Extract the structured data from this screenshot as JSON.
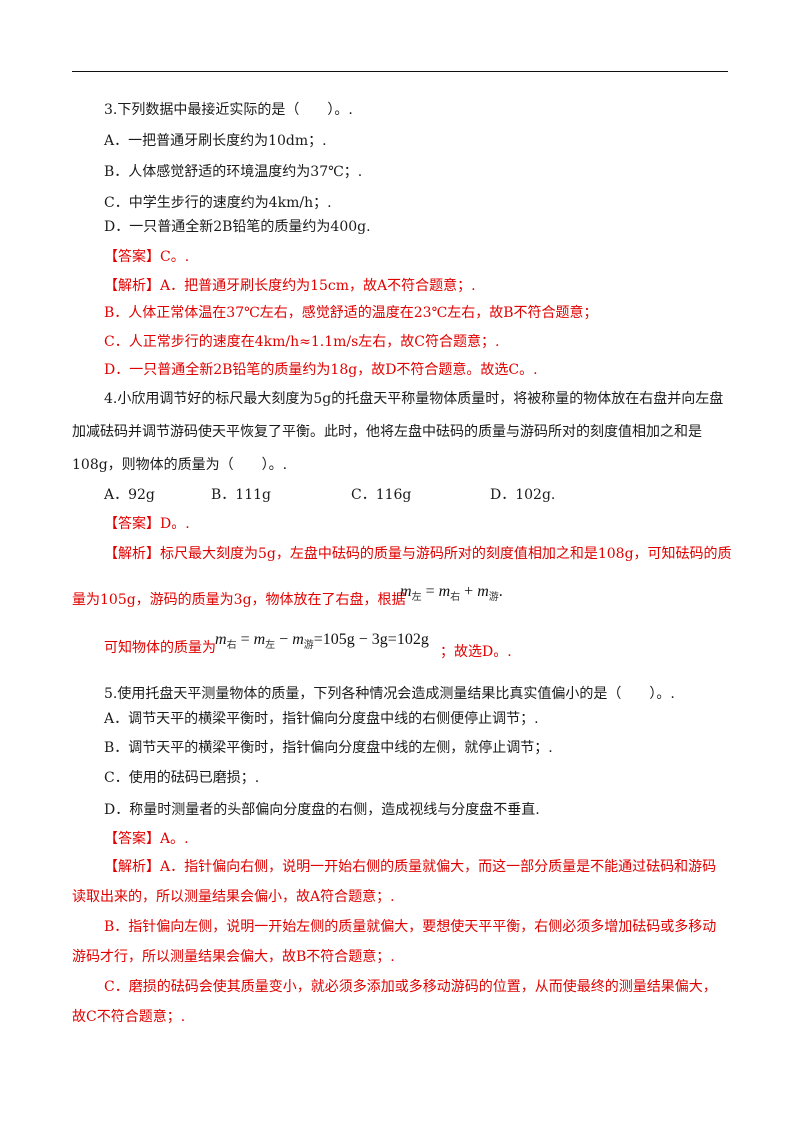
{
  "q3": {
    "stem": "3.下列数据中最接近实际的是（　　）。.",
    "options": [
      "A．一把普通牙刷长度约为10dm；.",
      "B．人体感觉舒适的环境温度约为37℃；.",
      "C．中学生步行的速度约为4km/h；.",
      "D．一只普通全新2B铅笔的质量约为400g."
    ],
    "answer": "【答案】C。.",
    "analysis": [
      "【解析】A．把普通牙刷长度约为15cm，故A不符合题意；.",
      "B．人体正常体温在37℃左右，感觉舒适的温度在23℃左右，故B不符合题意；",
      "C．人正常步行的速度在4km/h≈1.1m/s左右，故C符合题意；.",
      "D．一只普通全新2B铅笔的质量约为18g，故D不符合题意。故选C。."
    ]
  },
  "q4": {
    "stem_lines": [
      "4.小欣用调节好的标尺最大刻度为5g的托盘天平称量物体质量时，将被称量的物体放在右盘并向左盘",
      "加减砝码并调节游码使天平恢复了平衡。此时，他将左盘中砝码的质量与游码所对的刻度值相加之和是",
      "108g，则物体的质量为（　　）。."
    ],
    "options": [
      "A．92g",
      "B．111g",
      "C．116g",
      "D．102g."
    ],
    "answer": "【答案】D。.",
    "analysis_lines": [
      "【解析】标尺最大刻度为5g，左盘中砝码的质量与游码所对的刻度值相加之和是108g，可知砝码的质",
      "量为105g，游码的质量为3g，物体放在了右盘，根据",
      "可知物体的质量为",
      "；故选D。."
    ],
    "formula1": {
      "lhs": "m",
      "lhs_sub": "左",
      "eq": " = ",
      "a": "m",
      "a_sub": "右",
      "plus": " + ",
      "b": "m",
      "b_sub": "游",
      "tail": "."
    },
    "formula2": {
      "lhs": "m",
      "lhs_sub": "右",
      "eq": " = ",
      "a": "m",
      "a_sub": "左",
      "minus": " − ",
      "b": "m",
      "b_sub": "游",
      "rest": "=105g − 3g=102g"
    }
  },
  "q5": {
    "stem": "5.使用托盘天平测量物体的质量，下列各种情况会造成测量结果比真实值偏小的是（　　）。.",
    "options": [
      "A．调节天平的横梁平衡时，指针偏向分度盘中线的右侧便停止调节；.",
      "B．调节天平的横梁平衡时，指针偏向分度盘中线的左侧，就停止调节；.",
      "C．使用的砝码已磨损；.",
      "D．称量时测量者的头部偏向分度盘的右侧，造成视线与分度盘不垂直."
    ],
    "answer": "【答案】A。.",
    "analysis_lines": [
      "【解析】A．指针偏向右侧，说明一开始右侧的质量就偏大，而这一部分质量是不能通过砝码和游码",
      "读取出来的，所以测量结果会偏小，故A符合题意；.",
      "B．指针偏向左侧，说明一开始左侧的质量就偏大，要想使天平平衡，右侧必须多增加砝码或多移动",
      "游码才行，所以测量结果会偏大，故B不符合题意；.",
      "C．磨损的砝码会使其质量变小，就必须多添加或多移动游码的位置，从而使最终的测量结果偏大，",
      "故C不符合题意；."
    ]
  }
}
